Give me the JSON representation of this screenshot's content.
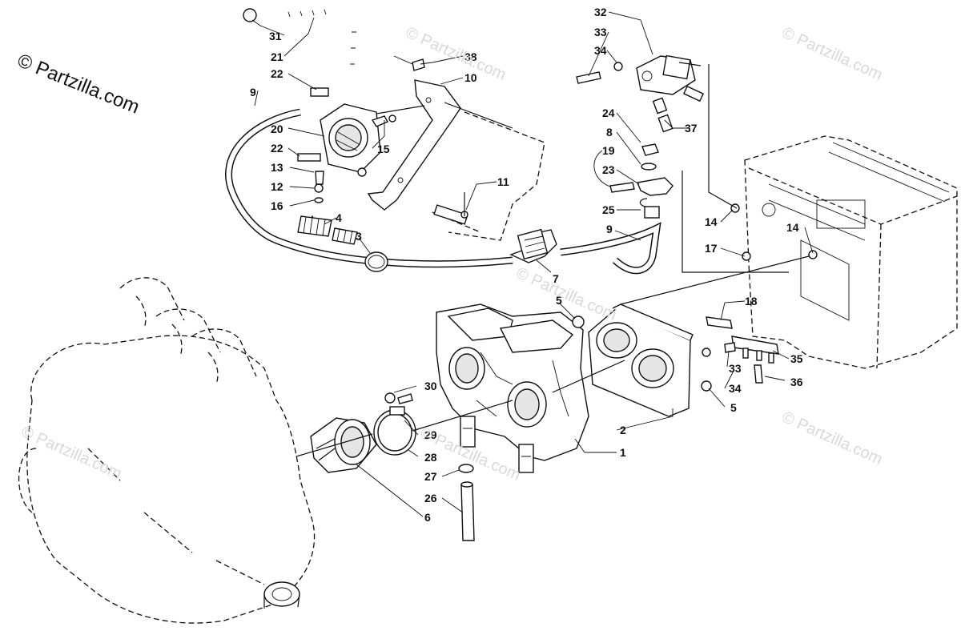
{
  "brand": {
    "text": "© Partzilla.com"
  },
  "watermarks": [
    {
      "text": "© Partzilla.com"
    },
    {
      "text": "© Partzilla.com"
    },
    {
      "text": "© Partzilla.com"
    },
    {
      "text": "© Partzilla.com"
    },
    {
      "text": "© Partzilla.com"
    },
    {
      "text": "© Partzilla.com"
    }
  ],
  "callouts": [
    {
      "id": "c31",
      "label": "31"
    },
    {
      "id": "c21",
      "label": "21"
    },
    {
      "id": "c22a",
      "label": "22"
    },
    {
      "id": "c9a",
      "label": "9"
    },
    {
      "id": "c20",
      "label": "20"
    },
    {
      "id": "c22b",
      "label": "22"
    },
    {
      "id": "c13",
      "label": "13"
    },
    {
      "id": "c12",
      "label": "12"
    },
    {
      "id": "c16",
      "label": "16"
    },
    {
      "id": "c15",
      "label": "15"
    },
    {
      "id": "c38",
      "label": "38"
    },
    {
      "id": "c10",
      "label": "10"
    },
    {
      "id": "c11",
      "label": "11"
    },
    {
      "id": "c4",
      "label": "4"
    },
    {
      "id": "c3",
      "label": "3"
    },
    {
      "id": "c32",
      "label": "32"
    },
    {
      "id": "c33a",
      "label": "33"
    },
    {
      "id": "c34a",
      "label": "34"
    },
    {
      "id": "c37",
      "label": "37"
    },
    {
      "id": "c24",
      "label": "24"
    },
    {
      "id": "c8",
      "label": "8"
    },
    {
      "id": "c19",
      "label": "19"
    },
    {
      "id": "c23",
      "label": "23"
    },
    {
      "id": "c25",
      "label": "25"
    },
    {
      "id": "c9b",
      "label": "9"
    },
    {
      "id": "c14a",
      "label": "14"
    },
    {
      "id": "c14b",
      "label": "14"
    },
    {
      "id": "c17",
      "label": "17"
    },
    {
      "id": "c7",
      "label": "7"
    },
    {
      "id": "c5a",
      "label": "5"
    },
    {
      "id": "c18",
      "label": "18"
    },
    {
      "id": "c35",
      "label": "35"
    },
    {
      "id": "c33b",
      "label": "33"
    },
    {
      "id": "c34b",
      "label": "34"
    },
    {
      "id": "c36",
      "label": "36"
    },
    {
      "id": "c5b",
      "label": "5"
    },
    {
      "id": "c30",
      "label": "30"
    },
    {
      "id": "c29",
      "label": "29"
    },
    {
      "id": "c2",
      "label": "2"
    },
    {
      "id": "c1",
      "label": "1"
    },
    {
      "id": "c28",
      "label": "28"
    },
    {
      "id": "c27",
      "label": "27"
    },
    {
      "id": "c26",
      "label": "26"
    },
    {
      "id": "c6",
      "label": "6"
    }
  ]
}
